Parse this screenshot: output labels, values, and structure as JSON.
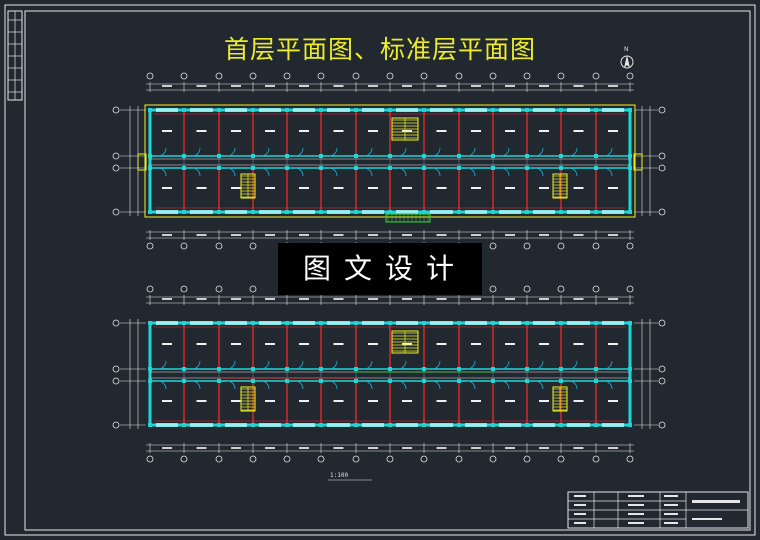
{
  "drawing": {
    "title": "首层平面图、标准层平面图",
    "stamp_text": "图文设计",
    "north_label": "N",
    "scale_caption": "1:100"
  },
  "colors": {
    "background": "#212830",
    "frame": "#e6e6e6",
    "title": "#ecec2a",
    "wall": "#1fd6d6",
    "column": "#ff2b2b",
    "axis": "#e6e6e6",
    "stair": "#f2f220",
    "outline": "#f2f220",
    "door": "#14b8e0"
  }
}
